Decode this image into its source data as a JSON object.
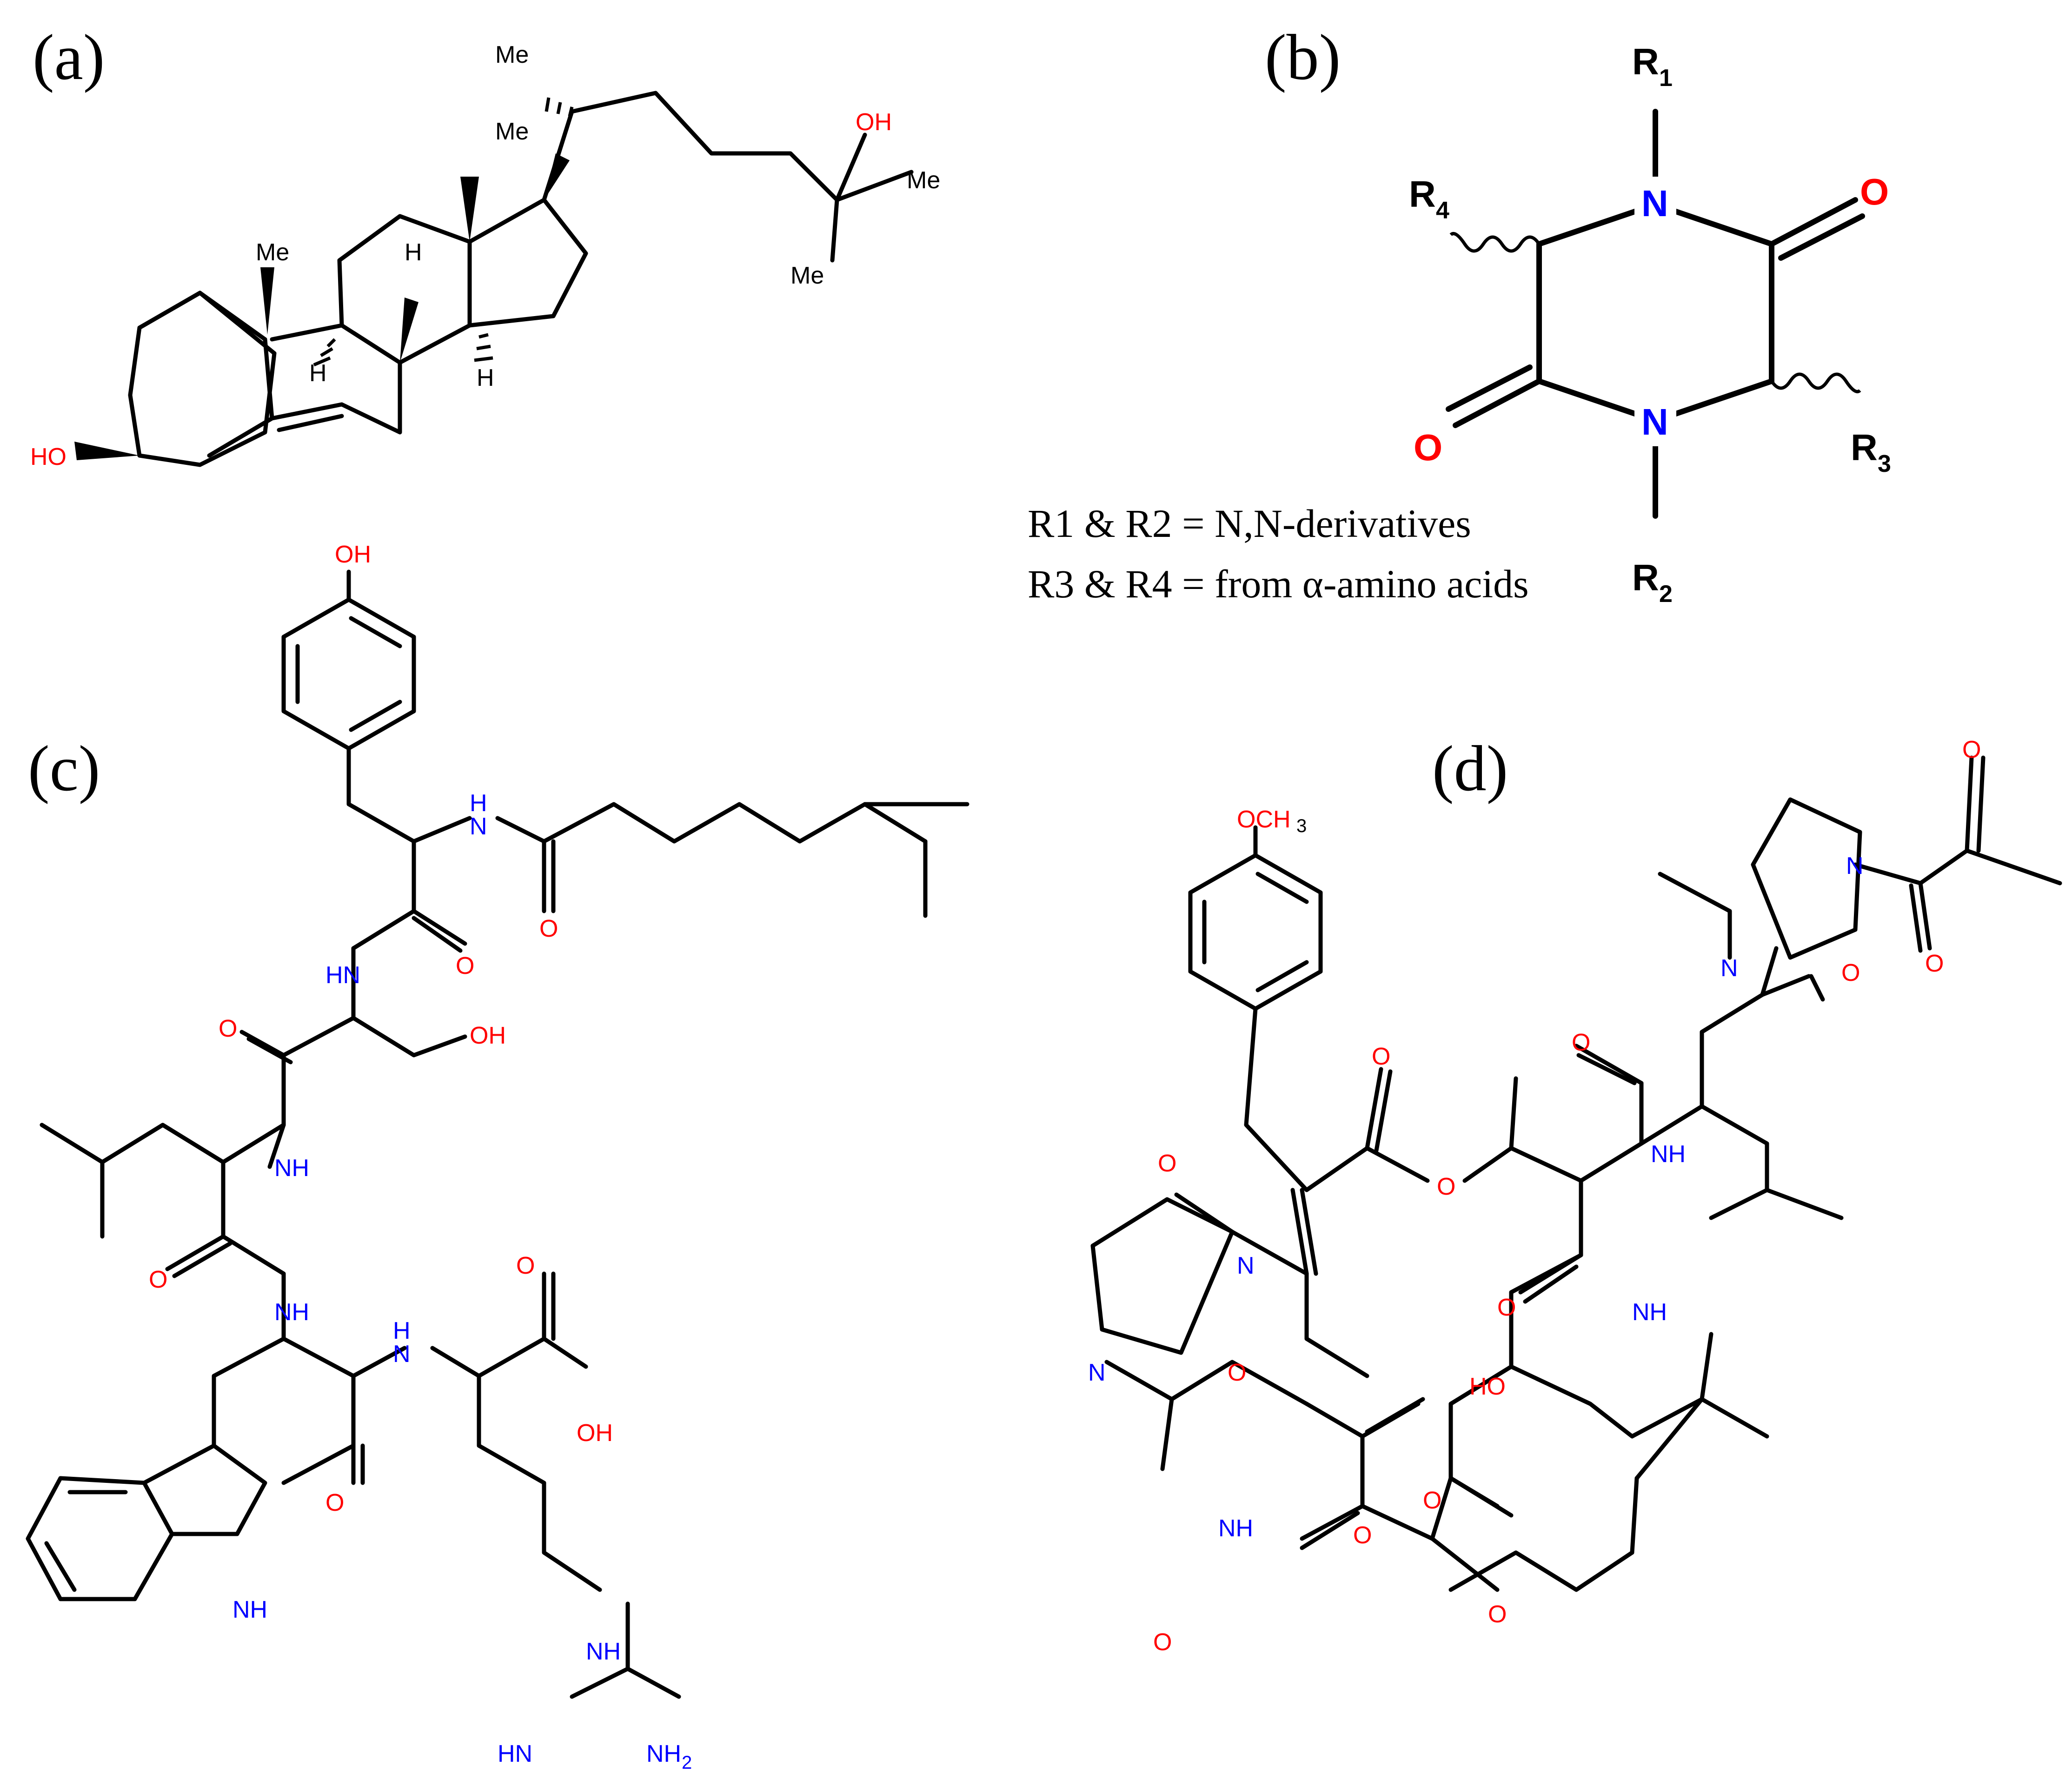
{
  "panels": {
    "a": {
      "label": "(a)"
    },
    "b": {
      "label": "(b)"
    },
    "c": {
      "label": "(c)"
    },
    "d": {
      "label": "(d)"
    }
  },
  "atoms": {
    "Me": "Me",
    "H": "H",
    "OH": "OH",
    "HO": "HO",
    "O": "O",
    "N": "N",
    "NH": "NH",
    "HN": "HN",
    "OCH": "OCH",
    "three": "3",
    "NH2": "NH",
    "two": "2",
    "R": "R",
    "r1": "1",
    "r2": "2",
    "r3": "3",
    "r4": "4"
  },
  "legend_b": {
    "line1": "R1 & R2 = N,N-derivatives",
    "line2": "R3 & R4 = from α-amino acids"
  },
  "colors": {
    "bond": "#000000",
    "oxygen": "#ff0000",
    "nitrogen": "#0000ff"
  }
}
